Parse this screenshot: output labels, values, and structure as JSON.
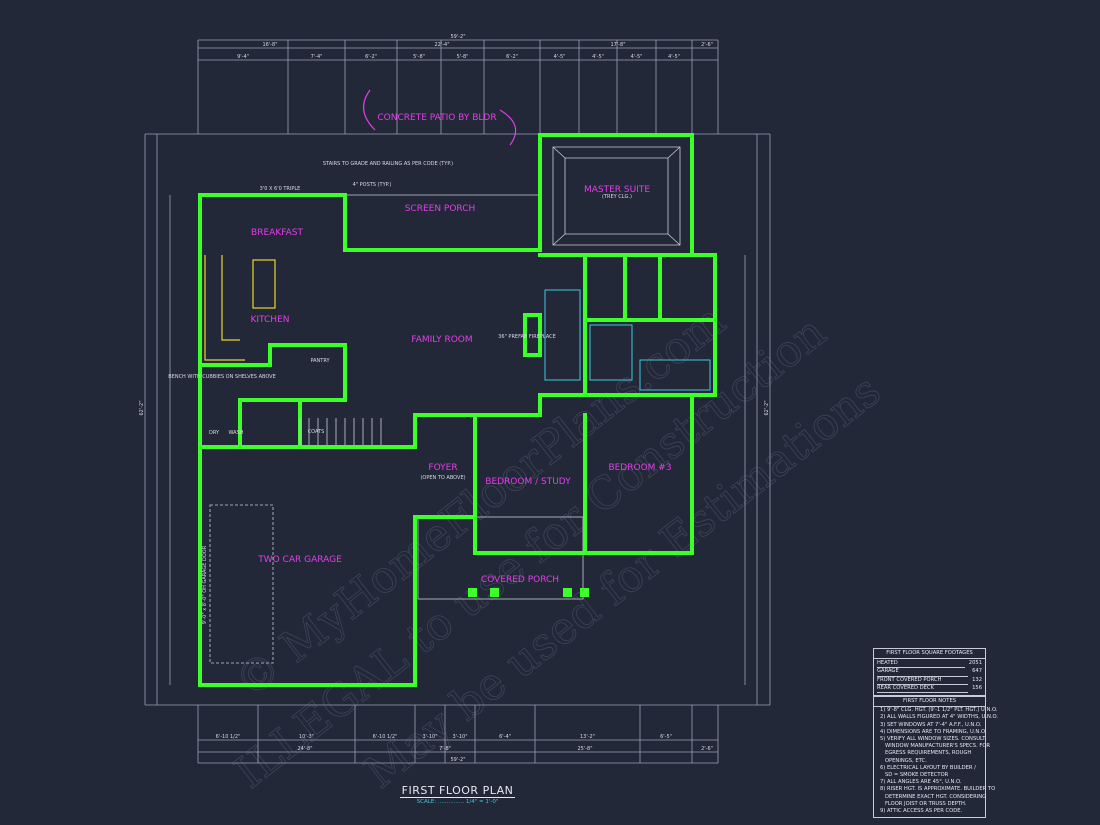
{
  "drawing": {
    "title": "FIRST FLOOR PLAN",
    "scale": "SCALE: ............... 1/4\" = 1'-0\"",
    "watermark": [
      "© MyHomeFloorPlans.com",
      "ILLEGAL to use for Construction",
      "May be used for Estimations"
    ],
    "colors": {
      "background": "#232838",
      "walls": "#3dff2a",
      "room_labels": "#e23ee8",
      "dimensions": "#d8dbe6",
      "fixtures": "#e6d42a",
      "plumbing": "#3cc8e0"
    }
  },
  "dimensions": {
    "top_overall": "59'-2\"",
    "top_segments": [
      "16'-8\"",
      "22'-4\"",
      "17'-8\"",
      "2'-6\""
    ],
    "top_detail": [
      "9'-4\"",
      "7'-4\"",
      "6'-2\"",
      "5'-8\"",
      "5'-8\"",
      "6'-2\"",
      "4'-5\"",
      "4'-5\"",
      "4'-5\"",
      "4'-5\""
    ],
    "bottom_overall": "59'-2\"",
    "bottom_segments": [
      "24'-8\"",
      "7'-8\"",
      "25'-8\"",
      "2'-6\""
    ],
    "bottom_detail": [
      "6'-10 1/2\"",
      "10'-3\"",
      "6'-10 1/2\"",
      "3'-10\"",
      "3'-10\"",
      "6'-4\"",
      "13'-2\"",
      "6'-5\""
    ],
    "left_overall": "62'-2\"",
    "right_overall": "62'-2\""
  },
  "rooms": {
    "patio": "CONCRETE PATIO BY BLDR",
    "screen_porch": "SCREEN PORCH",
    "master_suite": "MASTER SUITE",
    "master_ceiling": "(TREY CLG.)",
    "breakfast": "BREAKFAST",
    "kitchen": "KITCHEN",
    "family_room": "FAMILY ROOM",
    "foyer": "FOYER",
    "foyer_note": "(OPEN TO ABOVE)",
    "bedroom_study": "BEDROOM / STUDY",
    "bedroom3": "BEDROOM #3",
    "garage": "TWO CAR GARAGE",
    "covered_porch": "COVERED PORCH",
    "pantry": "PANTRY",
    "coats": "COATS",
    "dry": "DRY",
    "wash": "WASH",
    "fireplace": "36\" PREFAB FIREPLACE",
    "garage_door": "9'-0\" x 8'-0\" OH GARAGE DOOR",
    "stairs_note": "STAIRS TO GRADE AND RAILING AS PER CODE (TYP.)",
    "posts": "4\" POSTS (TYP.)",
    "triple_window": "3'0 X 6'0 TRIPLE",
    "bench": "BENCH WITH CUBBIES ON SHELVES ABOVE"
  },
  "square_footages": {
    "header": "FIRST FLOOR SQUARE FOOTAGES",
    "rows": [
      {
        "label": "HEATED",
        "value": "2051"
      },
      {
        "label": "GARAGE",
        "value": "647"
      },
      {
        "label": "FRONT COVERED PORCH",
        "value": "132"
      },
      {
        "label": "REAR COVERED DECK",
        "value": "156"
      }
    ]
  },
  "notes": {
    "header": "FIRST FLOOR NOTES",
    "items": [
      "1) 9'-8\" CLG. HGT. (9'-1 1/2\" PLT. HGT.) U.N.O.",
      "2) ALL WALLS FIGURED AT 4\" WIDTHS, U.N.O.",
      "3) SET WINDOWS AT 7'-4\" A.F.F., U.N.O.",
      "4) DIMENSIONS ARE TO FRAMING, U.N.O.",
      "5) VERIFY ALL WINDOW SIZES. CONSULT",
      "   WINDOW MANUFACTURER'S SPECS. FOR",
      "   EGRESS REQUIREMENTS, ROUGH",
      "   OPENINGS, ETC.",
      "6) ELECTRICAL LAYOUT BY BUILDER /",
      "   SD = SMOKE DETECTOR",
      "7) ALL ANGLES ARE 45°, U.N.O.",
      "8) RISER HGT. IS APPROXIMATE. BUILDER TO",
      "   DETERMINE EXACT HGT. CONSIDERING",
      "   FLOOR JOIST OR TRUSS DEPTH.",
      "9) ATTIC ACCESS AS PER CODE."
    ]
  }
}
